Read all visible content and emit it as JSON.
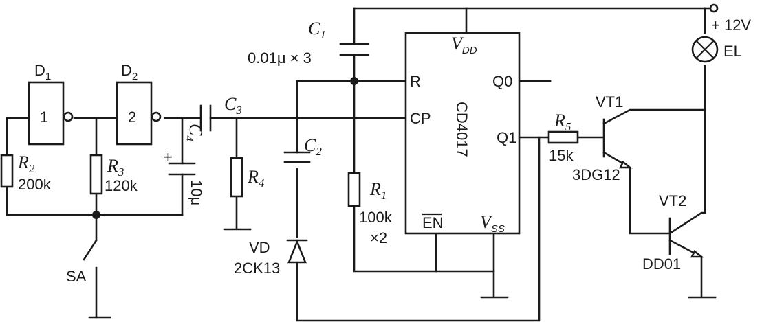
{
  "components": {
    "d1": {
      "name": "D",
      "sub": "1",
      "num": "1"
    },
    "d2": {
      "name": "D",
      "sub": "2",
      "num": "2"
    },
    "r2": {
      "name": "R",
      "sub": "2",
      "value": "200k"
    },
    "r3": {
      "name": "R",
      "sub": "3",
      "value": "120k"
    },
    "r4": {
      "name": "R",
      "sub": "4"
    },
    "r1": {
      "name": "R",
      "sub": "1",
      "value": "100k",
      "count": "×2"
    },
    "r5": {
      "name": "R",
      "sub": "5",
      "value": "15k"
    },
    "c1": {
      "name": "C",
      "sub": "1",
      "value": "0.01μ × 3"
    },
    "c2": {
      "name": "C",
      "sub": "2"
    },
    "c3": {
      "name": "C",
      "sub": "3"
    },
    "c4": {
      "name": "C",
      "sub": "4",
      "value": "10μ",
      "plus": "+"
    },
    "sa": {
      "name": "SA"
    },
    "vd": {
      "name": "VD",
      "part": "2CK13"
    },
    "ic": {
      "part": "CD4017",
      "vdd": "V",
      "vdd_sub": "DD",
      "vss": "V",
      "vss_sub": "SS",
      "pin_r": "R",
      "pin_cp": "CP",
      "pin_q0": "Q0",
      "pin_q1": "Q1",
      "pin_en": "EN"
    },
    "vt1": {
      "name": "VT1",
      "part": "3DG12"
    },
    "vt2": {
      "name": "VT2",
      "part": "DD01"
    },
    "el": {
      "name": "EL"
    },
    "supply": {
      "label": "+ 12V"
    }
  }
}
